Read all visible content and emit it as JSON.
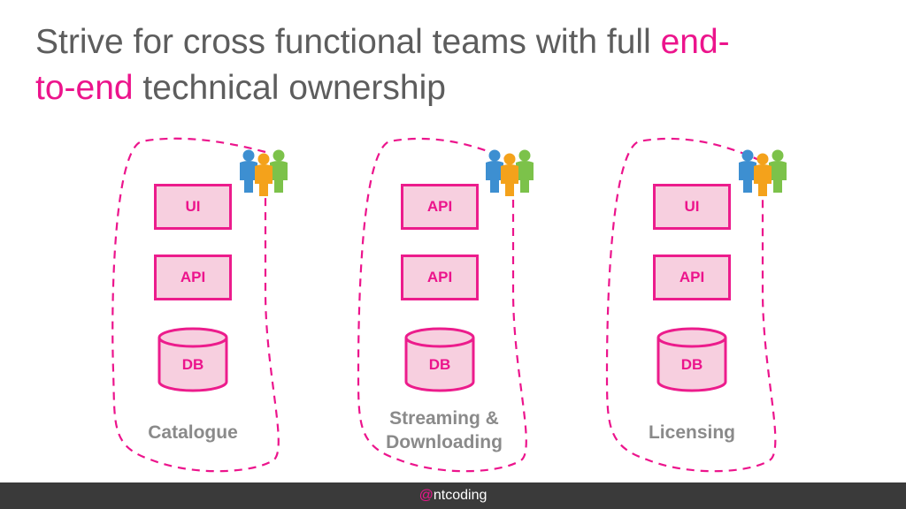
{
  "title": {
    "part1": "Strive for cross functional teams with full ",
    "accent1": "end-",
    "part2": "to-end",
    "part3": " technical ownership"
  },
  "teams": [
    {
      "name": "Catalogue",
      "layers": [
        "UI",
        "API"
      ],
      "db": "DB",
      "icon": "team-people-icon"
    },
    {
      "name": "Streaming & Downloading",
      "name_line1": "Streaming &",
      "name_line2": "Downloading",
      "layers": [
        "API",
        "API"
      ],
      "db": "DB",
      "icon": "team-people-icon"
    },
    {
      "name": "Licensing",
      "layers": [
        "UI",
        "API"
      ],
      "db": "DB",
      "icon": "team-people-icon"
    }
  ],
  "footer": {
    "at": "@",
    "handle": "ntcoding"
  },
  "colors": {
    "accent": "#ec148c",
    "box_fill": "#f7cfdf",
    "text_gray": "#5d5d5d",
    "footer_bg": "#3a3a3a"
  }
}
